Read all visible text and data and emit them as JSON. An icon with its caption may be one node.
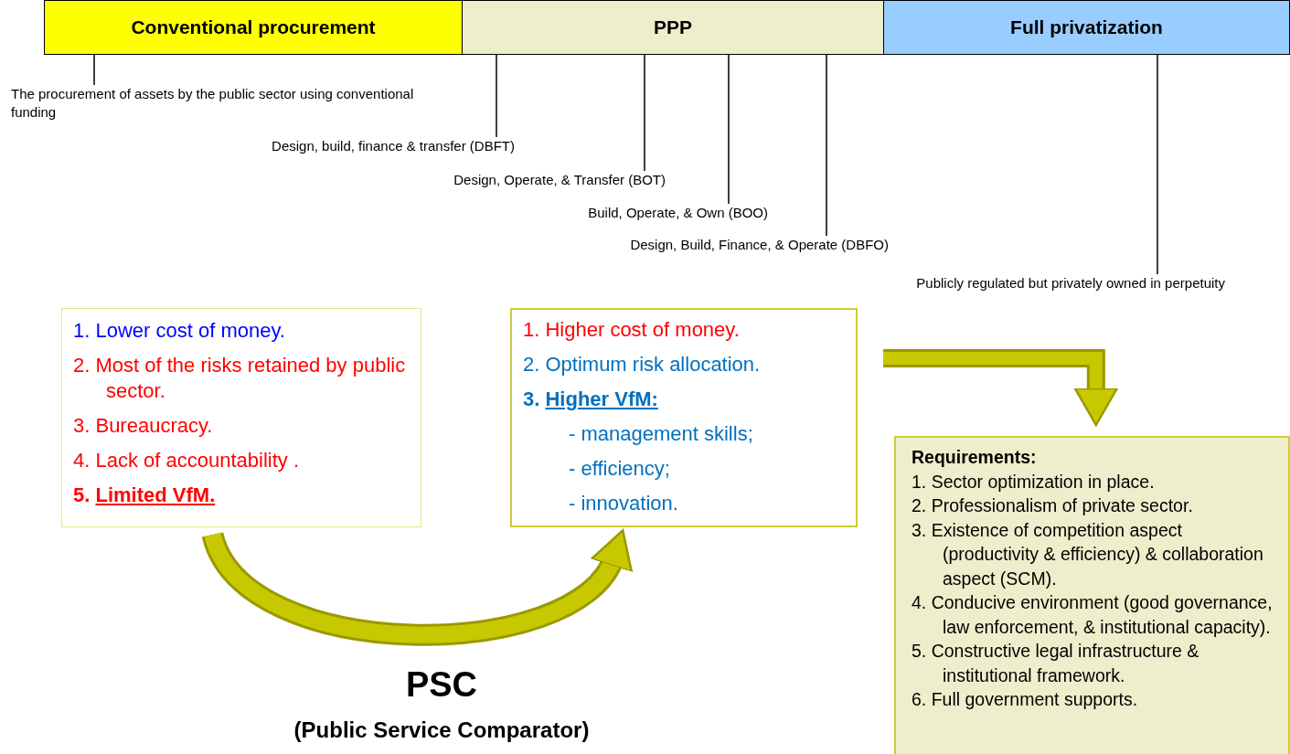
{
  "diagram": {
    "nodes": [
      {
        "text": [
          "Conventional procurement"
        ]
      },
      {
        "text": [
          "PPP"
        ]
      },
      {
        "text": [
          "Full  privatization"
        ]
      },
      {
        "text": [
          "The procurement of assets by the public sector using conventional funding"
        ]
      },
      {
        "text": [
          "Design, build, finance & transfer (DBFT)"
        ]
      },
      {
        "text": [
          "Design, Operate, & Transfer (BOT)"
        ]
      },
      {
        "text": [
          "Build, Operate,  & Own (BOO)"
        ]
      },
      {
        "text": [
          "Design, Build, Finance, & Operate (DBFO)"
        ]
      },
      {
        "text": [
          "Publicly regulated but privately owned in perpetuity"
        ]
      },
      {
        "text": [
          "1. Lower cost of money.",
          "2. Most of the risks retained by public sector.",
          "3. Bureaucracy.",
          "4. Lack of accountability .",
          "5. Limited VfM."
        ]
      },
      {
        "text": [
          "1. Higher cost of money.",
          "2. Optimum  risk allocation.",
          "3. Higher VfM:",
          "- management skills;",
          "- efficiency;",
          "- innovation."
        ]
      },
      {
        "text": [
          "Requirements:",
          "1. Sector optimization in place.",
          "2. Professionalism of private sector.",
          "3. Existence of competition aspect (productivity & efficiency) & collaboration aspect (SCM).",
          "4. Conducive environment (good governance, law enforcement, & institutional capacity).",
          "5. Constructive legal infrastructure & institutional framework.",
          "6. Full government supports."
        ]
      }
    ],
    "edges": [
      {
        "from": 0,
        "to": 3,
        "arrow": "none"
      },
      {
        "from": 1,
        "to": 4,
        "arrow": "none"
      },
      {
        "from": 1,
        "to": 5,
        "arrow": "none"
      },
      {
        "from": 1,
        "to": 6,
        "arrow": "none"
      },
      {
        "from": 1,
        "to": 7,
        "arrow": "none"
      },
      {
        "from": 2,
        "to": 8,
        "arrow": "none"
      },
      {
        "from": 9,
        "to": 10,
        "arrow": "to",
        "style": "thick",
        "color": "#c8c800"
      },
      {
        "from": 10,
        "to": 11,
        "arrow": "to",
        "style": "thick",
        "color": "#c8c800"
      }
    ],
    "labels": [
      "PSC",
      "(Public Service Comparator)"
    ]
  }
}
